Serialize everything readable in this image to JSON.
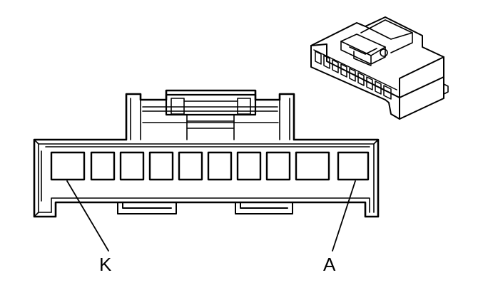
{
  "colors": {
    "line": "#000000",
    "background": "#ffffff"
  },
  "labels": {
    "left_terminal": "K",
    "right_terminal": "A"
  },
  "connector": {
    "cavity_count": 10
  }
}
